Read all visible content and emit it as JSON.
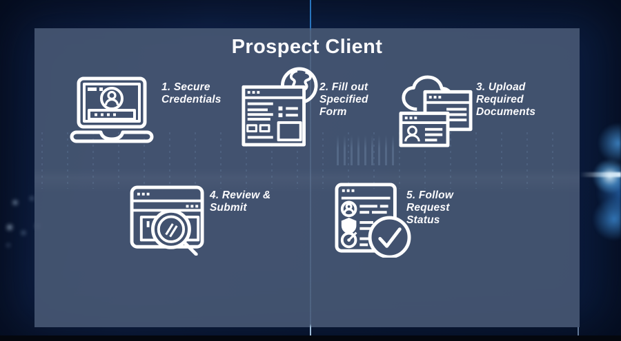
{
  "title": "Prospect Client",
  "steps": [
    {
      "id": 1,
      "label": "1. Secure\nCredentials",
      "icon": "laptop-login-icon"
    },
    {
      "id": 2,
      "label": "2. Fill out\nSpecified\nForm",
      "icon": "web-form-globe-icon"
    },
    {
      "id": 3,
      "label": "3. Upload\nRequired\nDocuments",
      "icon": "cloud-documents-icon"
    },
    {
      "id": 4,
      "label": "4. Review &\nSubmit",
      "icon": "review-magnifier-icon"
    },
    {
      "id": 5,
      "label": "5. Follow\nRequest\nStatus",
      "icon": "status-checklist-icon"
    }
  ],
  "colors": {
    "background": "#0d2045",
    "panel": "#42526f",
    "accent_line": "#2e7fc2",
    "icon_stroke": "#ffffff",
    "text": "#fbfbfd"
  }
}
